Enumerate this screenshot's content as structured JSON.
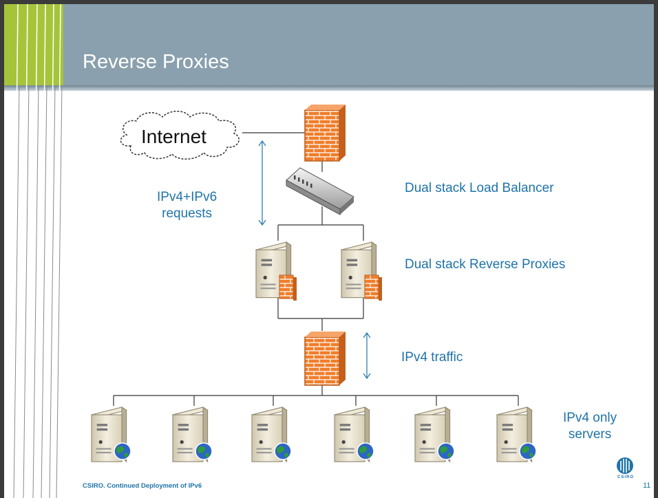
{
  "slide": {
    "title": "Reverse Proxies",
    "footer": "CSIRO. Continued Deployment of IPv6",
    "page_number": "11"
  },
  "diagram": {
    "cloud_label": "Internet",
    "requests_label_line1": "IPv4+IPv6",
    "requests_label_line2": "requests",
    "load_balancer_label": "Dual stack Load Balancer",
    "reverse_proxies_label": "Dual stack Reverse Proxies",
    "ipv4_traffic_label": "IPv4 traffic",
    "servers_label_line1": "IPv4 only",
    "servers_label_line2": "servers"
  },
  "logo": {
    "text": "CSIRO"
  },
  "colors": {
    "accent": "#1e73a8",
    "header": "#8aa0ae",
    "stripe": "#a6c43a",
    "firewall": "#f07d2a",
    "server": "#e9e2cf"
  }
}
